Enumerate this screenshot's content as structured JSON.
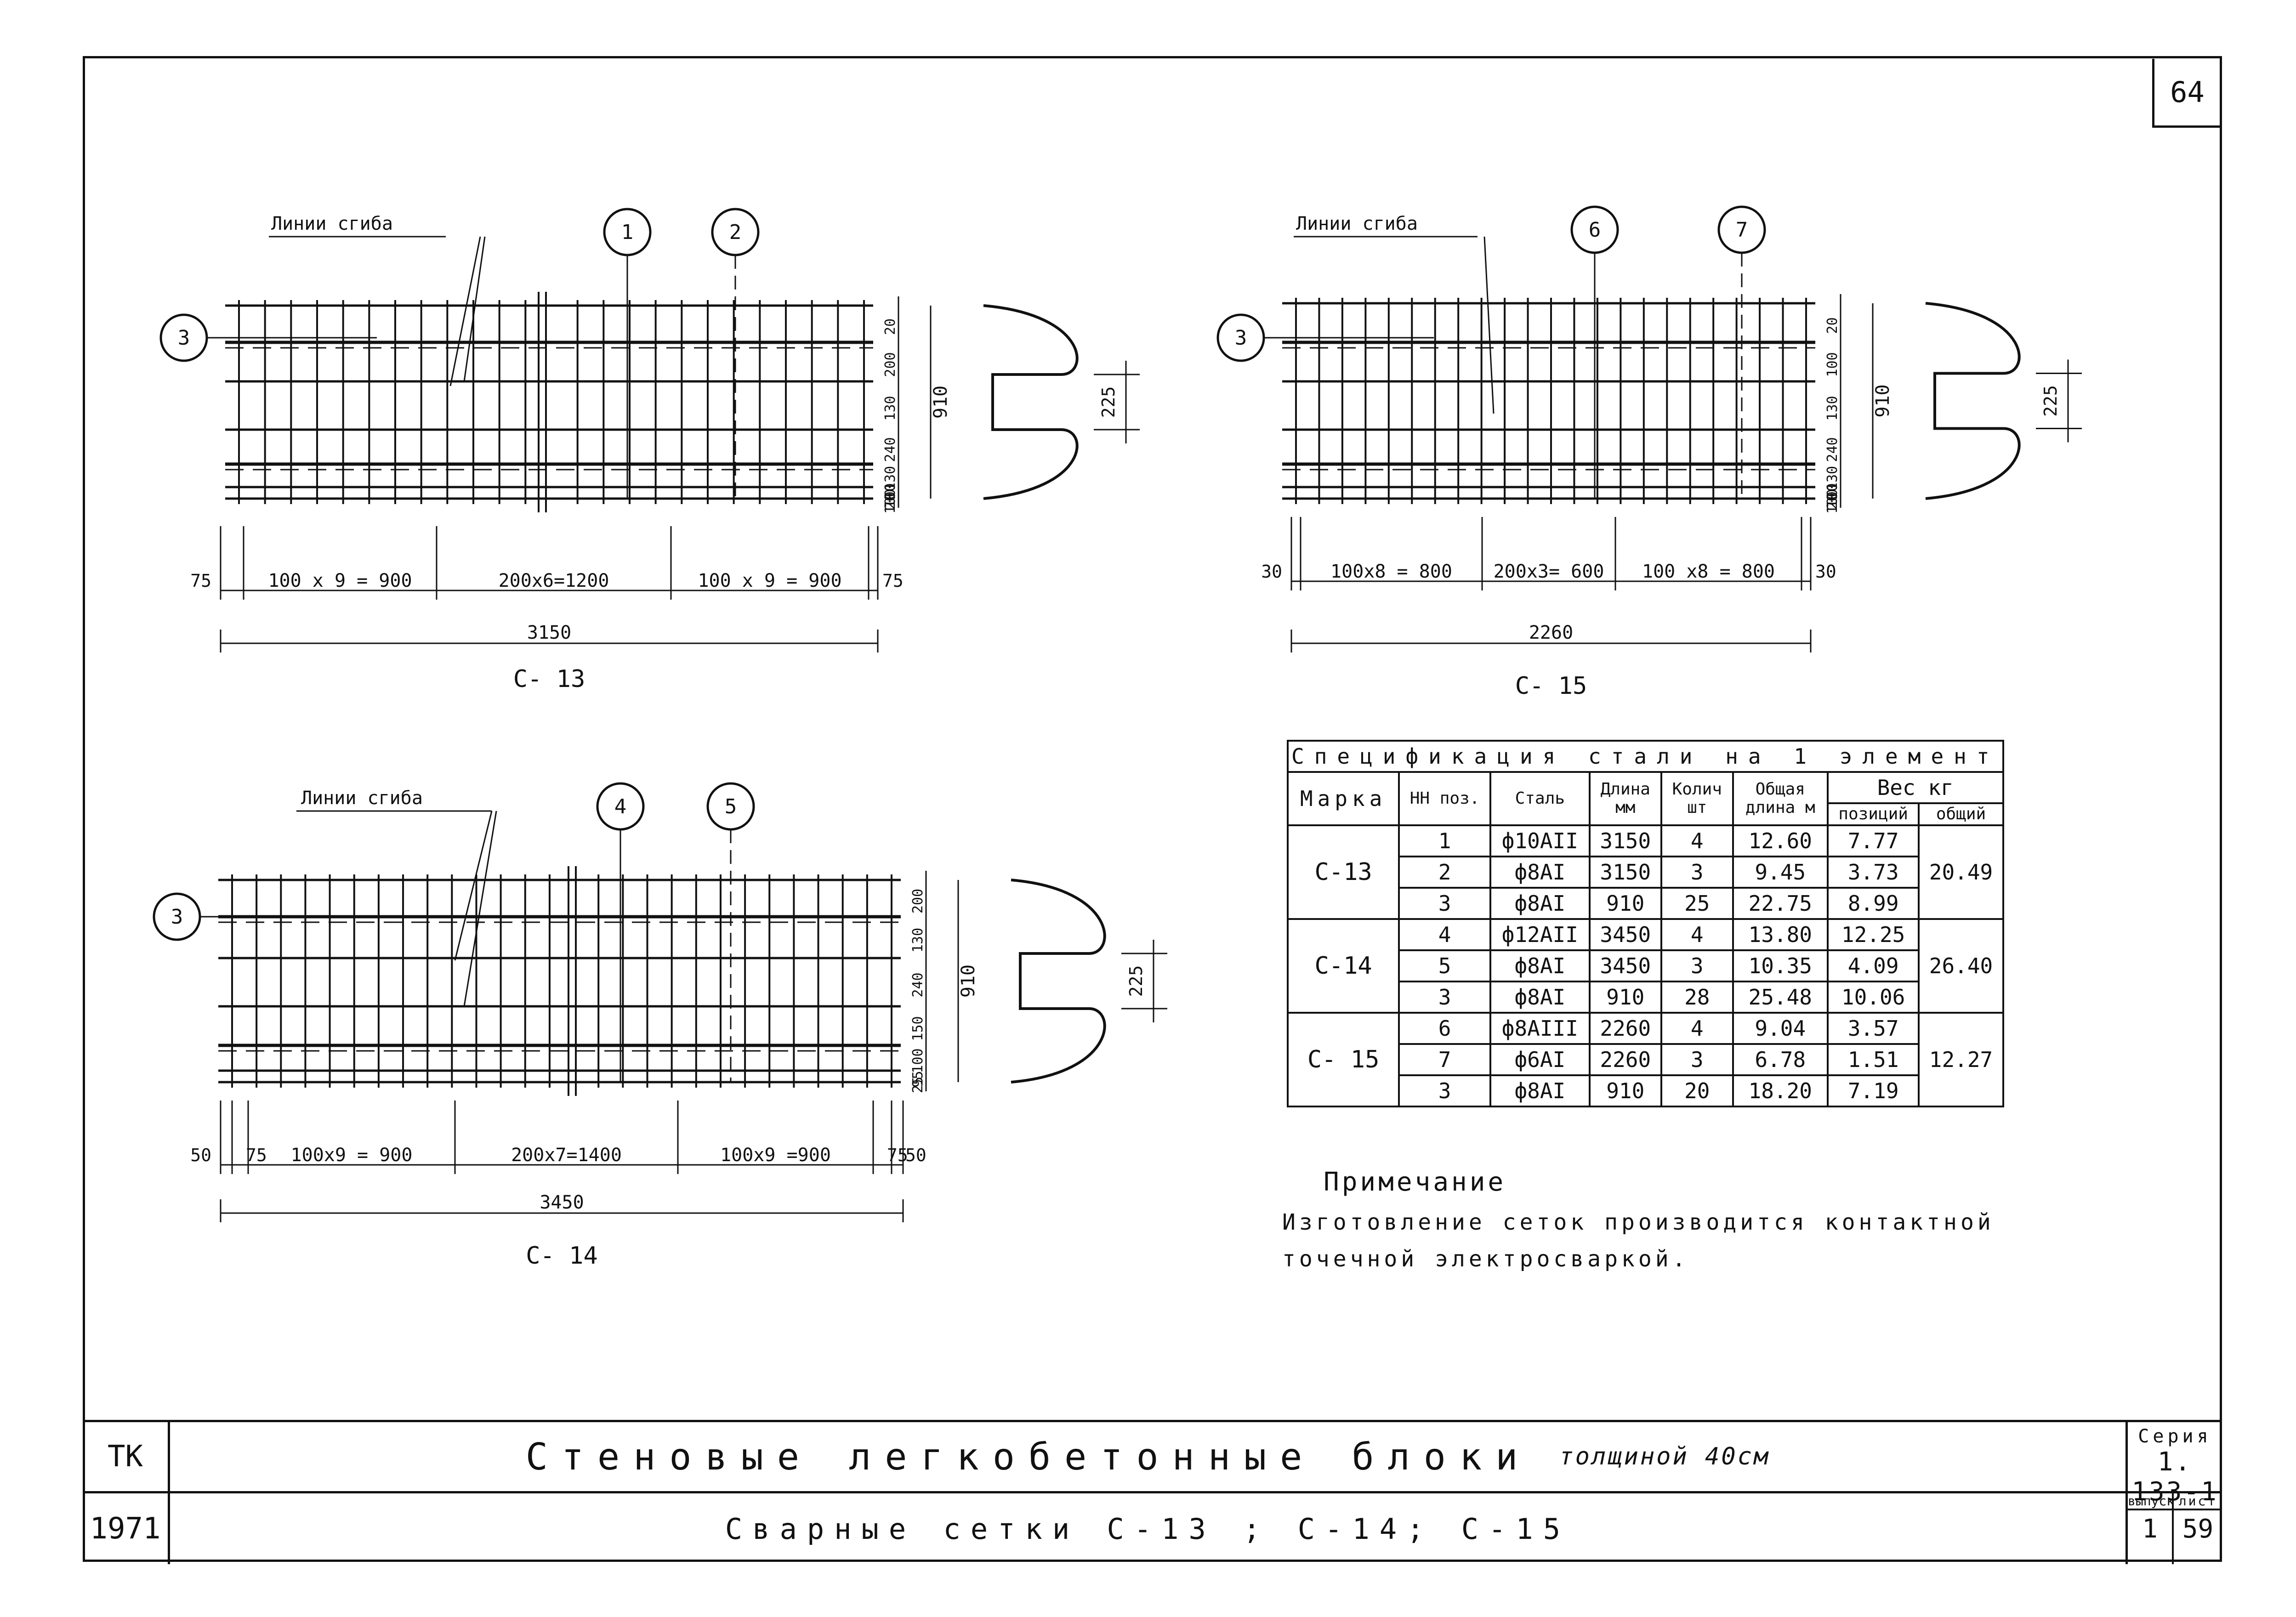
{
  "sheet_number": "64",
  "labels": {
    "bend_lines": "Линии сгиба",
    "c13": "С- 13",
    "c14": "С- 14",
    "c15": "С- 15"
  },
  "c13": {
    "callouts": [
      "1",
      "2",
      "3"
    ],
    "right_dims": [
      "20",
      "200",
      "130",
      "240",
      "130",
      "100",
      "100",
      "20"
    ],
    "height": "910",
    "bend_dim": "225",
    "bottom": [
      "75",
      "100 x 9 = 900",
      "200x6=1200",
      "100 x 9 = 900",
      "75"
    ],
    "total": "3150"
  },
  "c15": {
    "callouts": [
      "6",
      "7",
      "3"
    ],
    "right_dims": [
      "20",
      "100",
      "130",
      "240",
      "130",
      "100",
      "100",
      "20"
    ],
    "height": "910",
    "bend_dim": "225",
    "bottom": [
      "30",
      "100x8 = 800",
      "200x3= 600",
      "100 x8 = 800",
      "30"
    ],
    "total": "2260"
  },
  "c14": {
    "callouts": [
      "4",
      "5",
      "3"
    ],
    "right_dims": [
      "200",
      "130",
      "240",
      "150",
      "100",
      "95",
      "25"
    ],
    "height": "910",
    "bend_dim": "225",
    "bottom": [
      "50",
      "75",
      "100x9 = 900",
      "200x7=1400",
      "100x9 =900",
      "75",
      "50"
    ],
    "total": "3450"
  },
  "spec": {
    "title": "Спецификация стали на 1 элемент",
    "h_mark": "Марка",
    "h_pos": "НН поз.",
    "h_steel": "Сталь",
    "h_len": "Длина мм",
    "h_qty": "Колич шт",
    "h_total_len": "Общая длина м",
    "h_weight": "Вес кг",
    "h_w_pos": "позиций",
    "h_w_total": "общий",
    "groups": [
      {
        "mark": "С-13",
        "total": "20.49",
        "rows": [
          {
            "pos": "1",
            "steel": "ф10АII",
            "len": "3150",
            "qty": "4",
            "tl": "12.60",
            "w": "7.77"
          },
          {
            "pos": "2",
            "steel": "ф8АI",
            "len": "3150",
            "qty": "3",
            "tl": "9.45",
            "w": "3.73"
          },
          {
            "pos": "3",
            "steel": "ф8АI",
            "len": "910",
            "qty": "25",
            "tl": "22.75",
            "w": "8.99"
          }
        ]
      },
      {
        "mark": "С-14",
        "total": "26.40",
        "rows": [
          {
            "pos": "4",
            "steel": "ф12АII",
            "len": "3450",
            "qty": "4",
            "tl": "13.80",
            "w": "12.25"
          },
          {
            "pos": "5",
            "steel": "ф8АI",
            "len": "3450",
            "qty": "3",
            "tl": "10.35",
            "w": "4.09"
          },
          {
            "pos": "3",
            "steel": "ф8АI",
            "len": "910",
            "qty": "28",
            "tl": "25.48",
            "w": "10.06"
          }
        ]
      },
      {
        "mark": "С- 15",
        "total": "12.27",
        "rows": [
          {
            "pos": "6",
            "steel": "ф8АIII",
            "len": "2260",
            "qty": "4",
            "tl": "9.04",
            "w": "3.57"
          },
          {
            "pos": "7",
            "steel": "ф6АI",
            "len": "2260",
            "qty": "3",
            "tl": "6.78",
            "w": "1.51"
          },
          {
            "pos": "3",
            "steel": "ф8АI",
            "len": "910",
            "qty": "20",
            "tl": "18.20",
            "w": "7.19"
          }
        ]
      }
    ]
  },
  "note": {
    "heading": "Примечание",
    "text": "Изготовление сеток производится контактной точечной электросваркой."
  },
  "title_block": {
    "org": "ТК",
    "year": "1971",
    "title": "Стеновые легкобетонные блоки",
    "thickness": "толщиной 40см",
    "subtitle": "Сварные сетки С-13 ; С-14; С-15",
    "series_label": "Серия",
    "series": "1. 133-1",
    "issue_label": "выпуск",
    "issue": "1",
    "sheet_label": "лист",
    "sheet": "59"
  }
}
